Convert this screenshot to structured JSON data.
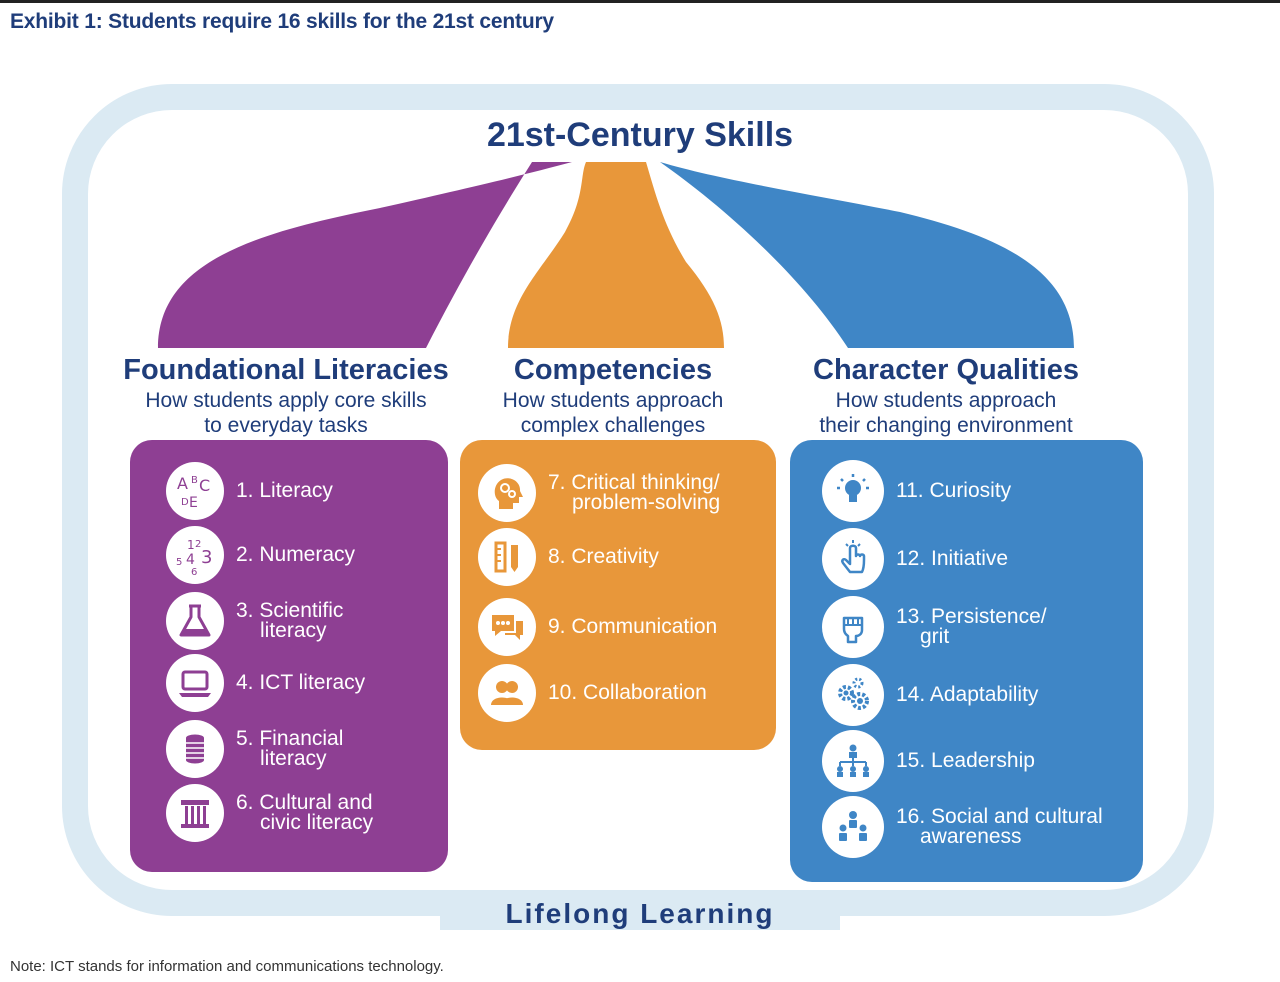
{
  "exhibit_title": "Exhibit 1: Students require 16 skills for the 21st century",
  "main_title": "21st-Century Skills",
  "footer_title": "Lifelong Learning",
  "note": "Note: ICT stands for information and communications technology.",
  "colors": {
    "foundational": "#8e3f93",
    "competencies": "#e8973a",
    "character": "#3f86c6",
    "title_navy": "#1f3d7a",
    "frame": "#dbeaf3"
  },
  "columns": [
    {
      "title": "Foundational Literacies",
      "subtitle_line1": "How students apply core skills",
      "subtitle_line2": "to everyday tasks",
      "items": [
        {
          "line1": "1. Literacy",
          "line2": "",
          "icon": "alphabet-icon"
        },
        {
          "line1": "2. Numeracy",
          "line2": "",
          "icon": "numbers-icon"
        },
        {
          "line1": "3. Scientific",
          "line2": "literacy",
          "icon": "flask-icon"
        },
        {
          "line1": "4. ICT literacy",
          "line2": "",
          "icon": "laptop-icon"
        },
        {
          "line1": "5. Financial",
          "line2": "literacy",
          "icon": "coins-icon"
        },
        {
          "line1": "6. Cultural and",
          "line2": "civic literacy",
          "icon": "column-icon"
        }
      ]
    },
    {
      "title": "Competencies",
      "subtitle_line1": "How students approach",
      "subtitle_line2": "complex challenges",
      "items": [
        {
          "line1": "7. Critical thinking/",
          "line2": "problem-solving",
          "icon": "head-gears-icon"
        },
        {
          "line1": "8. Creativity",
          "line2": "",
          "icon": "ruler-pencil-icon"
        },
        {
          "line1": "9. Communication",
          "line2": "",
          "icon": "speech-bubbles-icon"
        },
        {
          "line1": "10. Collaboration",
          "line2": "",
          "icon": "people-icon"
        }
      ]
    },
    {
      "title": "Character Qualities",
      "subtitle_line1": "How students approach",
      "subtitle_line2": "their changing environment",
      "items": [
        {
          "line1": "11. Curiosity",
          "line2": "",
          "icon": "lightbulb-icon"
        },
        {
          "line1": "12. Initiative",
          "line2": "",
          "icon": "hand-pointer-icon"
        },
        {
          "line1": "13. Persistence/",
          "line2": "grit",
          "icon": "fist-icon"
        },
        {
          "line1": "14. Adaptability",
          "line2": "",
          "icon": "gears-icon"
        },
        {
          "line1": "15. Leadership",
          "line2": "",
          "icon": "org-chart-icon"
        },
        {
          "line1": "16. Social and cultural",
          "line2": "awareness",
          "icon": "group-icon"
        }
      ]
    }
  ]
}
